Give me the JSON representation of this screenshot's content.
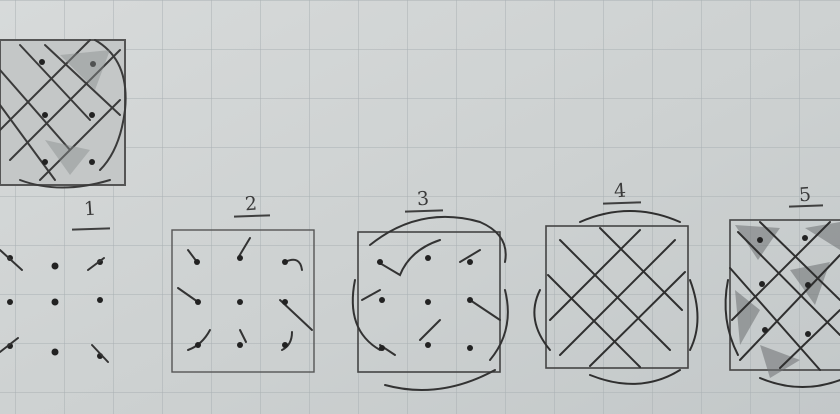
{
  "photo": {
    "subject": "hand-drawn-celtic-knot-steps-on-grid-paper",
    "paper_color": "#d3d6d6",
    "grid_color": "#a9b0b3",
    "pencil_color": "#333333"
  },
  "steps": [
    {
      "label": "1"
    },
    {
      "label": "2"
    },
    {
      "label": "3"
    },
    {
      "label": "4"
    },
    {
      "label": "5"
    }
  ]
}
